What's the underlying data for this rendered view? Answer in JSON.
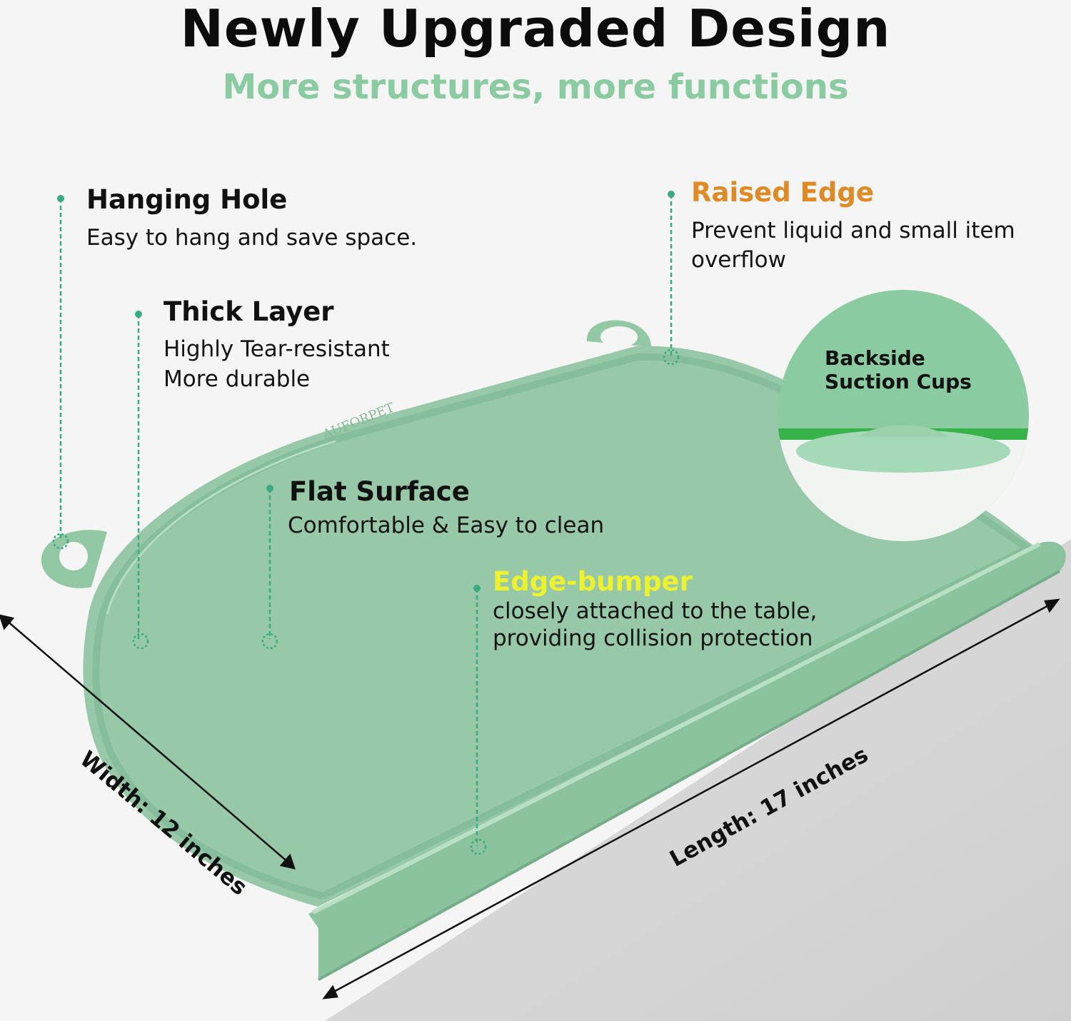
{
  "header": {
    "title": "Newly Upgraded Design",
    "subtitle": "More structures, more functions"
  },
  "colors": {
    "mat": "#97c8a8",
    "mat_dark": "#7db894",
    "accent_green": "#8bcba2",
    "orange": "#e08a26",
    "yellow": "#eef22d",
    "pointer": "#3aaa82"
  },
  "features": {
    "hanging_hole": {
      "title": "Hanging Hole",
      "desc": "Easy to hang and save space."
    },
    "thick_layer": {
      "title": "Thick Layer",
      "desc_1": "Highly Tear-resistant",
      "desc_2": "More durable"
    },
    "raised_edge": {
      "title": "Raised Edge",
      "desc_1": "Prevent liquid and small item",
      "desc_2": "overflow"
    },
    "flat_surface": {
      "title": "Flat Surface",
      "desc": "Comfortable & Easy to clean"
    },
    "edge_bumper": {
      "title": "Edge-bumper",
      "desc_1": "closely attached to the table,",
      "desc_2": "providing collision protection"
    }
  },
  "callout": {
    "line_1": "Backside",
    "line_2": "Suction Cups"
  },
  "brand": "AUFORPET",
  "dimensions": {
    "width": "Width: 12 inches",
    "length": "Length: 17 inches"
  }
}
